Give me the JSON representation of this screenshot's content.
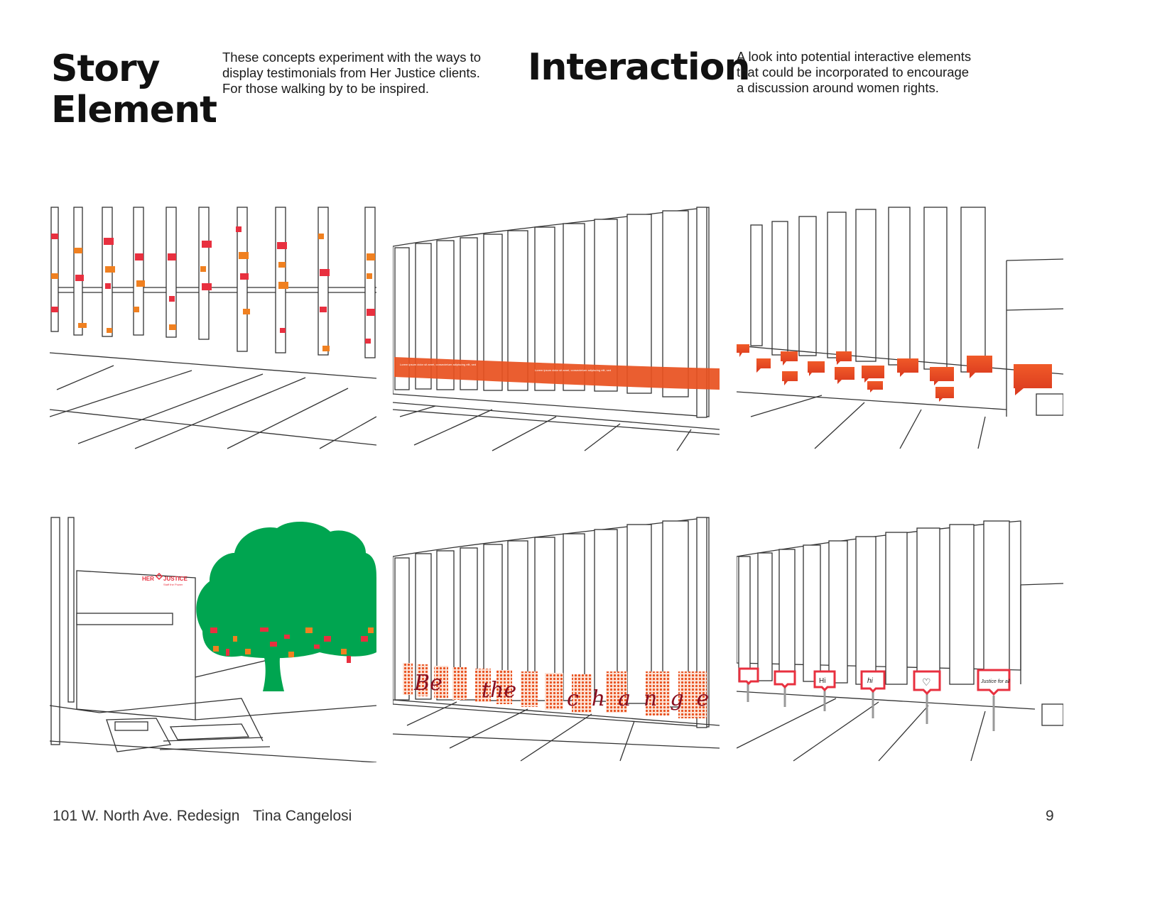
{
  "sections": {
    "story": {
      "title_line1": "Story",
      "title_line2": "Element",
      "description": "These concepts experiment with the ways to\ndisplay testimonials from Her Justice clients.\nFor those walking by to be inspired."
    },
    "interaction": {
      "title": "Interaction",
      "description": "A look into potential interactive elements\nthat could be incorporated to encourage\na discussion around women rights."
    }
  },
  "panels": {
    "banner_text": "Lorem ipsum dolor sit amet, consectetuer adipiscing elit, sed",
    "logo_her": "HER",
    "logo_justice": "JUSTICE",
    "logo_tagline": "Staff the Power",
    "be_the_change": [
      "Be",
      "the",
      "change"
    ],
    "sign_texts": [
      "",
      "",
      "Hi",
      "hi",
      "♡",
      "Justice for all"
    ]
  },
  "colors": {
    "red": "#e8303f",
    "orange": "#f08020",
    "deep_orange": "#e8501e",
    "green": "#00a550",
    "line": "#333333"
  },
  "footer": {
    "project": "101 W. North Ave. Redesign",
    "author": "Tina Cangelosi",
    "page_number": "9"
  }
}
